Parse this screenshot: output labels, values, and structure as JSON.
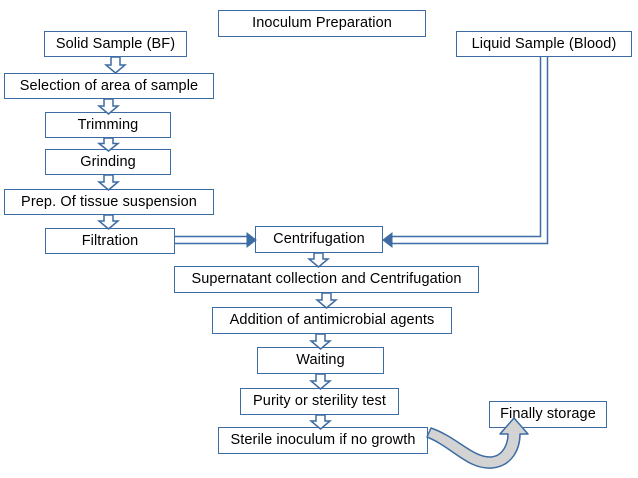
{
  "diagram": {
    "title": "Inoculum Preparation",
    "nodes": [
      {
        "id": "title",
        "label": "Inoculum Preparation"
      },
      {
        "id": "solid",
        "label": "Solid Sample (BF)"
      },
      {
        "id": "selection",
        "label": "Selection of area of sample"
      },
      {
        "id": "trimming",
        "label": "Trimming"
      },
      {
        "id": "grinding",
        "label": "Grinding"
      },
      {
        "id": "prep",
        "label": "Prep. Of tissue suspension"
      },
      {
        "id": "filtration",
        "label": "Filtration"
      },
      {
        "id": "liquid",
        "label": "Liquid Sample (Blood)"
      },
      {
        "id": "centrifugation",
        "label": "Centrifugation"
      },
      {
        "id": "supernatant",
        "label": "Supernatant collection and Centrifugation"
      },
      {
        "id": "antimicrobial",
        "label": "Addition of antimicrobial agents"
      },
      {
        "id": "waiting",
        "label": "Waiting"
      },
      {
        "id": "purity",
        "label": "Purity or sterility test"
      },
      {
        "id": "sterile",
        "label": "Sterile inoculum if no growth"
      },
      {
        "id": "storage",
        "label": "Finally storage"
      }
    ],
    "edges": [
      {
        "from": "solid",
        "to": "selection",
        "style": "block-arrow-down"
      },
      {
        "from": "selection",
        "to": "trimming",
        "style": "block-arrow-down"
      },
      {
        "from": "trimming",
        "to": "grinding",
        "style": "block-arrow-down"
      },
      {
        "from": "grinding",
        "to": "prep",
        "style": "block-arrow-down"
      },
      {
        "from": "prep",
        "to": "filtration",
        "style": "block-arrow-down"
      },
      {
        "from": "filtration",
        "to": "centrifugation",
        "style": "double-line-right"
      },
      {
        "from": "liquid",
        "to": "centrifugation",
        "style": "double-line-elbow-left"
      },
      {
        "from": "centrifugation",
        "to": "supernatant",
        "style": "block-arrow-down"
      },
      {
        "from": "supernatant",
        "to": "antimicrobial",
        "style": "block-arrow-down"
      },
      {
        "from": "antimicrobial",
        "to": "waiting",
        "style": "block-arrow-down"
      },
      {
        "from": "waiting",
        "to": "purity",
        "style": "block-arrow-down"
      },
      {
        "from": "purity",
        "to": "sterile",
        "style": "block-arrow-down"
      },
      {
        "from": "sterile",
        "to": "storage",
        "style": "curved-ribbon-arrow"
      }
    ],
    "colors": {
      "border": "#3c6ca3",
      "fill": "#ffffff",
      "text": "#000000",
      "ribbon": "#d3d3d3",
      "background": "#ffffff"
    }
  }
}
